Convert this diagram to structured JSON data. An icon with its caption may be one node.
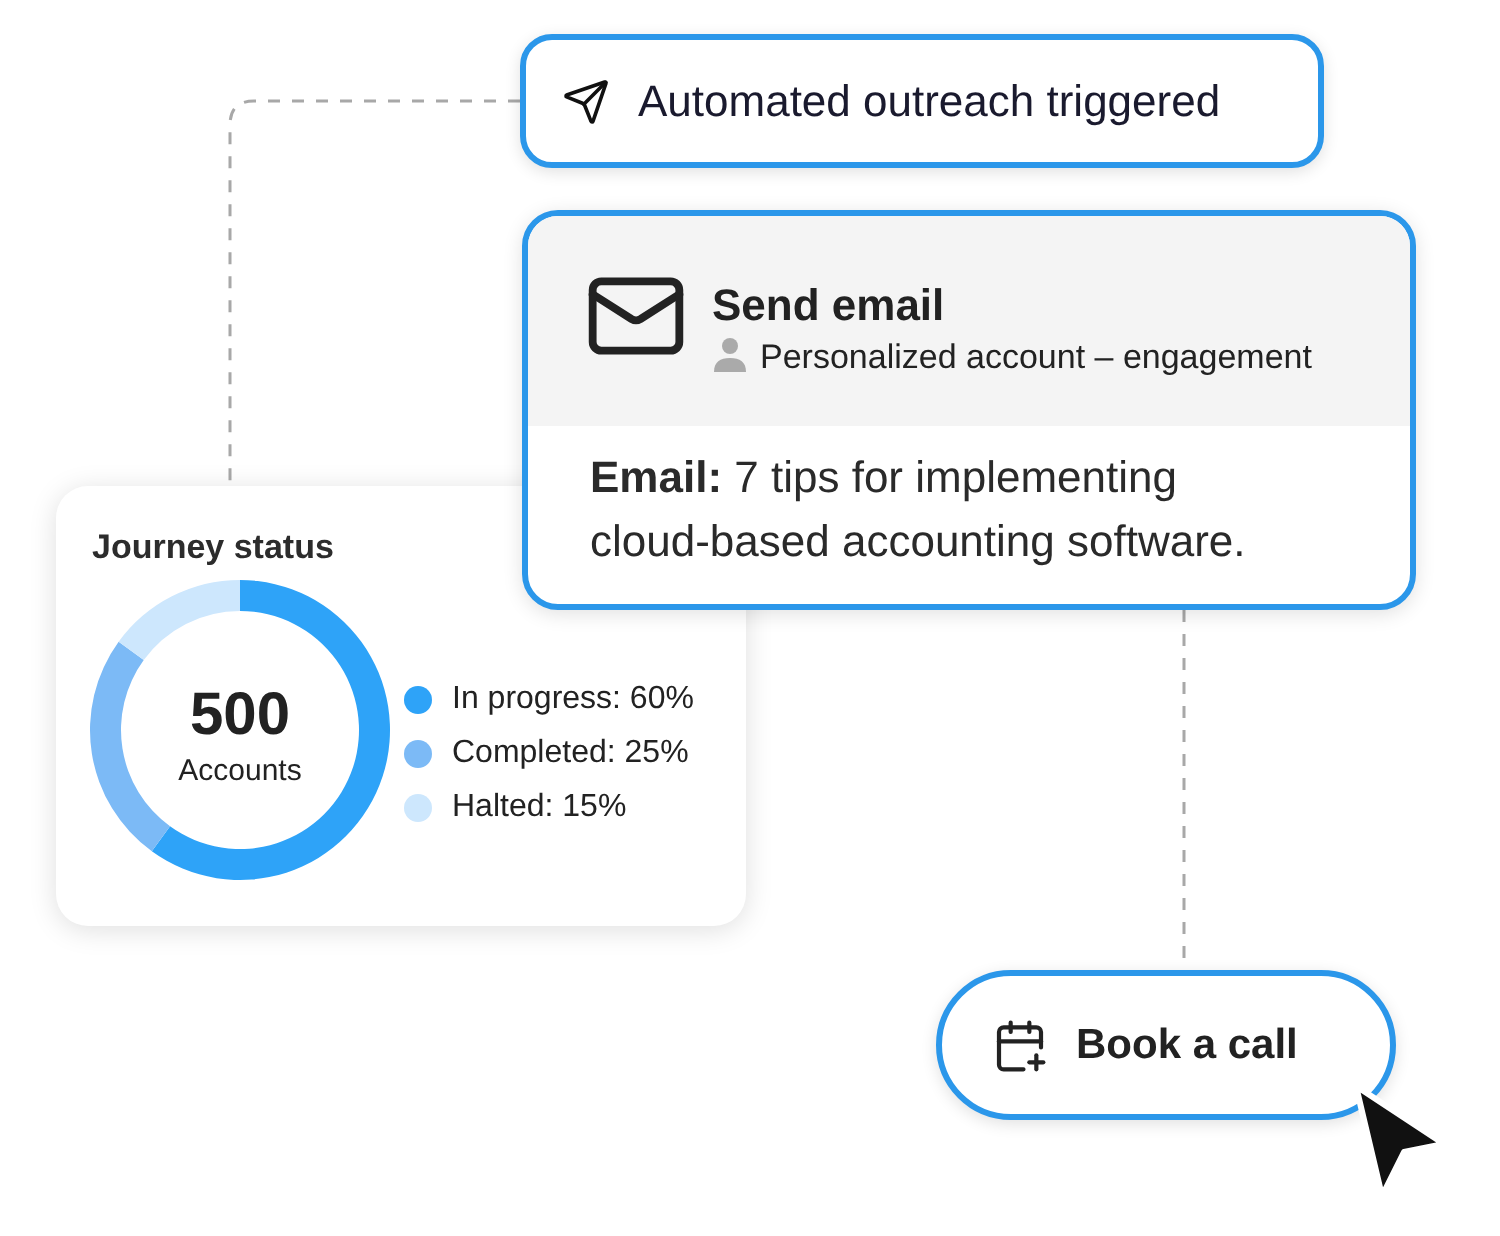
{
  "diagram": {
    "nodes": [
      {
        "text": [
          "Automated outreach triggered"
        ]
      },
      {
        "text": [
          "Send email",
          "Personalized account – engagement",
          "**Email:** 7 tips for implementing cloud-based accounting software."
        ]
      },
      {
        "text": [
          "Journey status",
          "500",
          "Accounts"
        ]
      },
      {
        "text": [
          "Book a call"
        ]
      }
    ],
    "edges": [
      {
        "from": 0,
        "to": 2,
        "arrow": "none",
        "style": "dashed"
      },
      {
        "from": 1,
        "to": 3,
        "arrow": "none",
        "style": "dashed"
      }
    ],
    "legend": [
      {
        "text": "In progress: 60%",
        "color": "#2ea3f8"
      },
      {
        "text": "Completed: 25%",
        "color": "#7cbaf6"
      },
      {
        "text": "Halted: 15%",
        "color": "#cde7fd"
      }
    ],
    "chart_data": {
      "type": "donut",
      "values": [
        60,
        25,
        15
      ]
    }
  }
}
